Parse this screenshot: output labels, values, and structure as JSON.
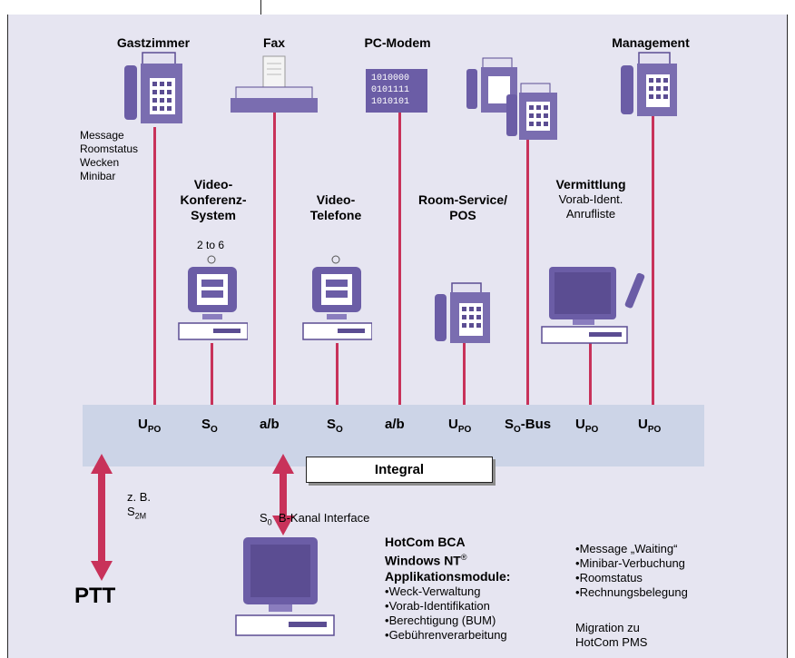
{
  "devices": {
    "gastzimmer": "Gastzimmer",
    "fax": "Fax",
    "pc_modem": "PC-Modem",
    "management": "Management",
    "video_konferenz": [
      "Video-",
      "Konferenz-",
      "System"
    ],
    "video_konferenz_count": "2 to 6",
    "video_telefone": [
      "Video-",
      "Telefone"
    ],
    "room_service": [
      "Room-Service/",
      "POS"
    ],
    "vermittlung": "Vermittlung",
    "vermittlung_sub": [
      "Vorab-Ident.",
      "Anrufliste"
    ]
  },
  "guest_features": [
    "Message",
    "Roomstatus",
    "Wecken",
    "Minibar"
  ],
  "modem_bits": [
    "1010000",
    "0101111",
    "1010101"
  ],
  "ports": [
    {
      "main": "U",
      "sub": "PO"
    },
    {
      "main": "S",
      "sub": "O"
    },
    {
      "main": "a/b",
      "sub": ""
    },
    {
      "main": "S",
      "sub": "O"
    },
    {
      "main": "a/b",
      "sub": ""
    },
    {
      "main": "U",
      "sub": "PO"
    },
    {
      "main": "S",
      "sub": "O",
      "suffix": "-Bus"
    },
    {
      "main": "U",
      "sub": "PO"
    },
    {
      "main": "U",
      "sub": "PO"
    }
  ],
  "system_label": "Integral",
  "left_link": {
    "line1": "z. B.",
    "line2_main": "S",
    "line2_sub": "2M"
  },
  "ptt": "PTT",
  "interface": {
    "main": "S",
    "sub": "0",
    "text": "B-Kanal Interface"
  },
  "software": {
    "title_lines": [
      "HotCom BCA",
      "Windows NT"
    ],
    "reg_mark": "®",
    "modules_title": "Applikationsmodule:",
    "modules": [
      "Weck-Verwaltung",
      "Vorab-Identifikation",
      "Berechtigung (BUM)",
      "Gebührenverarbeitung"
    ]
  },
  "features": [
    "Message „Waiting“",
    "Minibar-Verbuchung",
    "Roomstatus",
    "Rechnungsbelegung"
  ],
  "migration": [
    "Migration zu",
    "HotCom PMS"
  ],
  "colors": {
    "line": "#c8325a",
    "device": "#5b4d92",
    "bus": "#ccd4e7",
    "background": "#e6e5f1"
  }
}
